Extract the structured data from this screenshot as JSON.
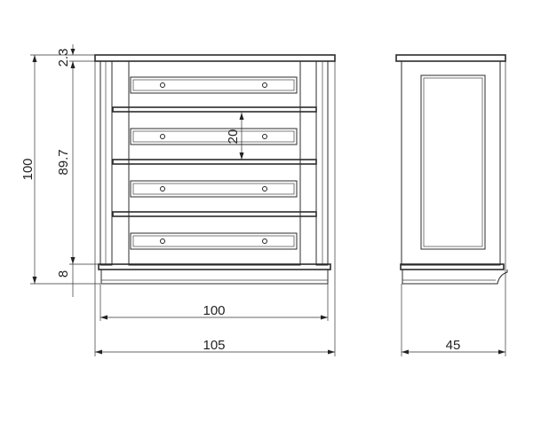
{
  "dimensions": {
    "front_total_height": "100",
    "top_thickness": "2.3",
    "body_height": "89.7",
    "plinth_height": "8",
    "drawer_spacing": "20",
    "inner_width": "100",
    "overall_width": "105",
    "depth": "45"
  }
}
